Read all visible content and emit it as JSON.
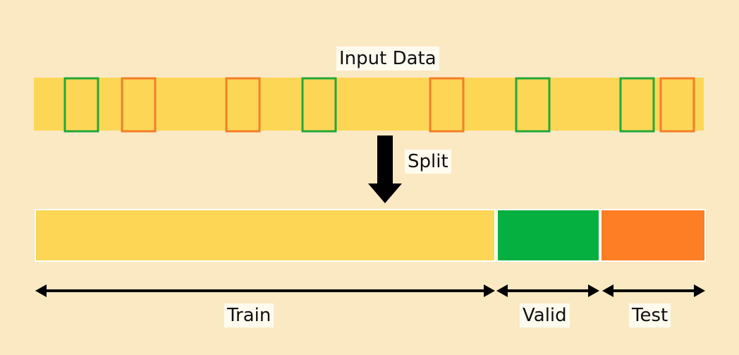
{
  "labels": {
    "input_data": "Input Data",
    "split": "Split",
    "train": "Train",
    "valid": "Valid",
    "test": "Test"
  },
  "colors": {
    "background": "#fbe9c4",
    "data_band": "#fdd656",
    "train": "#fdd656",
    "valid": "#05b040",
    "test": "#fd7e24",
    "valid_marker": "#22a83a",
    "test_marker": "#f47e28",
    "arrow": "#000000"
  },
  "input_markers": [
    {
      "kind": "valid"
    },
    {
      "kind": "test"
    },
    {
      "kind": "test"
    },
    {
      "kind": "valid"
    },
    {
      "kind": "test"
    },
    {
      "kind": "valid"
    },
    {
      "kind": "valid"
    },
    {
      "kind": "test"
    }
  ]
}
